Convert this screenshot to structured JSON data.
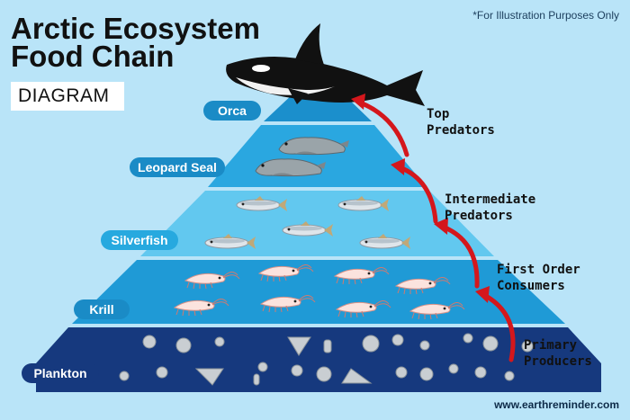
{
  "title": {
    "line1": "Arctic Ecosystem",
    "line2": "Food Chain"
  },
  "badge": "DIAGRAM",
  "note": "*For Illustration Purposes Only",
  "website": "www.earthreminder.com",
  "levels": [
    {
      "label": "Orca",
      "color": "#1a8bc6"
    },
    {
      "label": "Leopard Seal",
      "color": "#1a8bc6"
    },
    {
      "label": "Silverfish",
      "color": "#27a9df"
    },
    {
      "label": "Krill",
      "color": "#1a8bc6"
    },
    {
      "label": "Plankton",
      "color": "#16397e"
    }
  ],
  "roles": [
    {
      "line1": "Top",
      "line2": "Predators"
    },
    {
      "line1": "Intermediate",
      "line2": "Predators"
    },
    {
      "line1": "First Order",
      "line2": "Consumers"
    },
    {
      "line1": "Primary",
      "line2": "Producers"
    }
  ],
  "colors": {
    "background": "#b9e4f8",
    "tier_top": "#1b8fcc",
    "tier_seal": "#2aa7e0",
    "tier_fish": "#62c8ef",
    "tier_krill": "#1f9ad6",
    "tier_plankton": "#16397e",
    "arrow": "#d4171c"
  },
  "icons": [
    "orca-icon",
    "seal-icon",
    "fish-icon",
    "krill-icon",
    "plankton-icon",
    "up-arrow-icon"
  ]
}
